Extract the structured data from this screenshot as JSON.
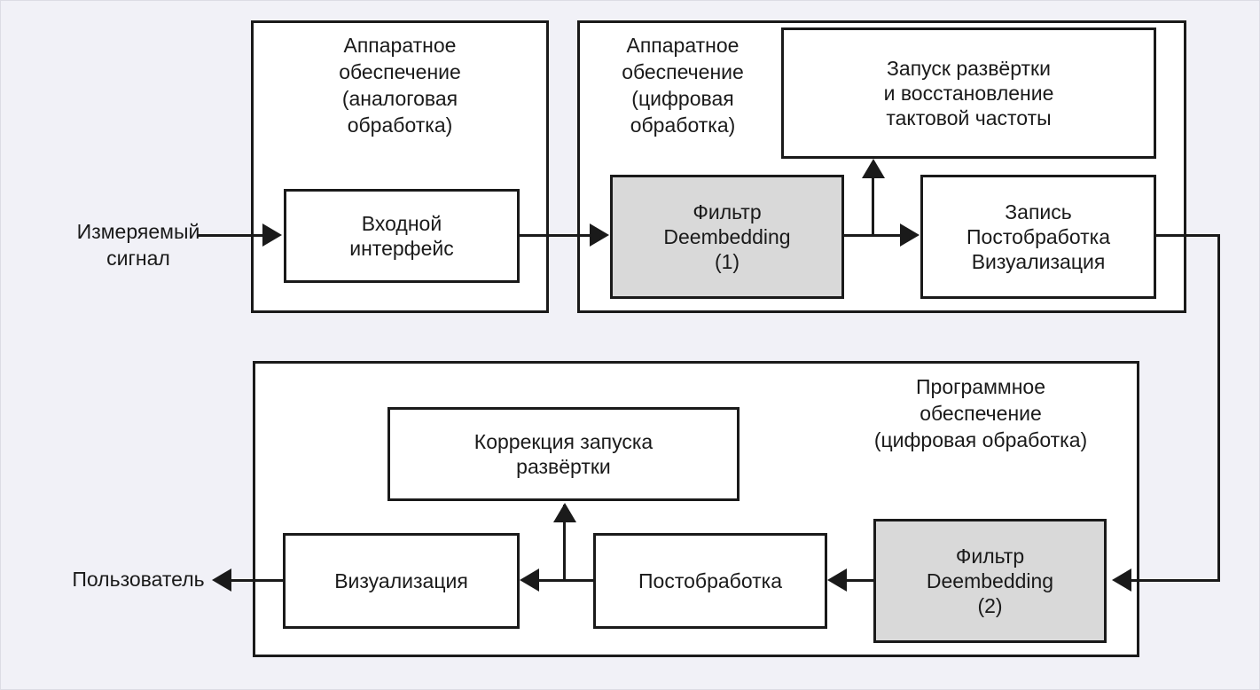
{
  "diagram": {
    "title_visible": false,
    "background_color": "#f1f1f7",
    "line_color": "#1a1a1a",
    "shaded_fill": "#d9d9d9",
    "box_fill": "#ffffff"
  },
  "labels": {
    "input_signal": "Измеряемый\nсигнал",
    "user": "Пользователь"
  },
  "groups": {
    "hw_analog": {
      "label": "Аппаратное\nобеспечение\n(аналоговая\nобработка)"
    },
    "hw_digital": {
      "label": "Аппаратное\nобеспечение\n(цифровая\nобработка)"
    },
    "software": {
      "label": "Программное\nобеспечение\n(цифровая обработка)"
    }
  },
  "blocks": {
    "input_interface": "Входной\nинтерфейс",
    "filter_deembedding_1": "Фильтр\nDeembedding\n(1)",
    "trigger_clock_recovery": "Запуск развёртки\nи восстановление\nтактовой частоты",
    "record_post_visual": "Запись\nПостобработка\nВизуализация",
    "trigger_correction": "Коррекция запуска\nразвёртки",
    "visualization": "Визуализация",
    "postprocessing": "Постобработка",
    "filter_deembedding_2": "Фильтр\nDeembedding\n(2)"
  }
}
